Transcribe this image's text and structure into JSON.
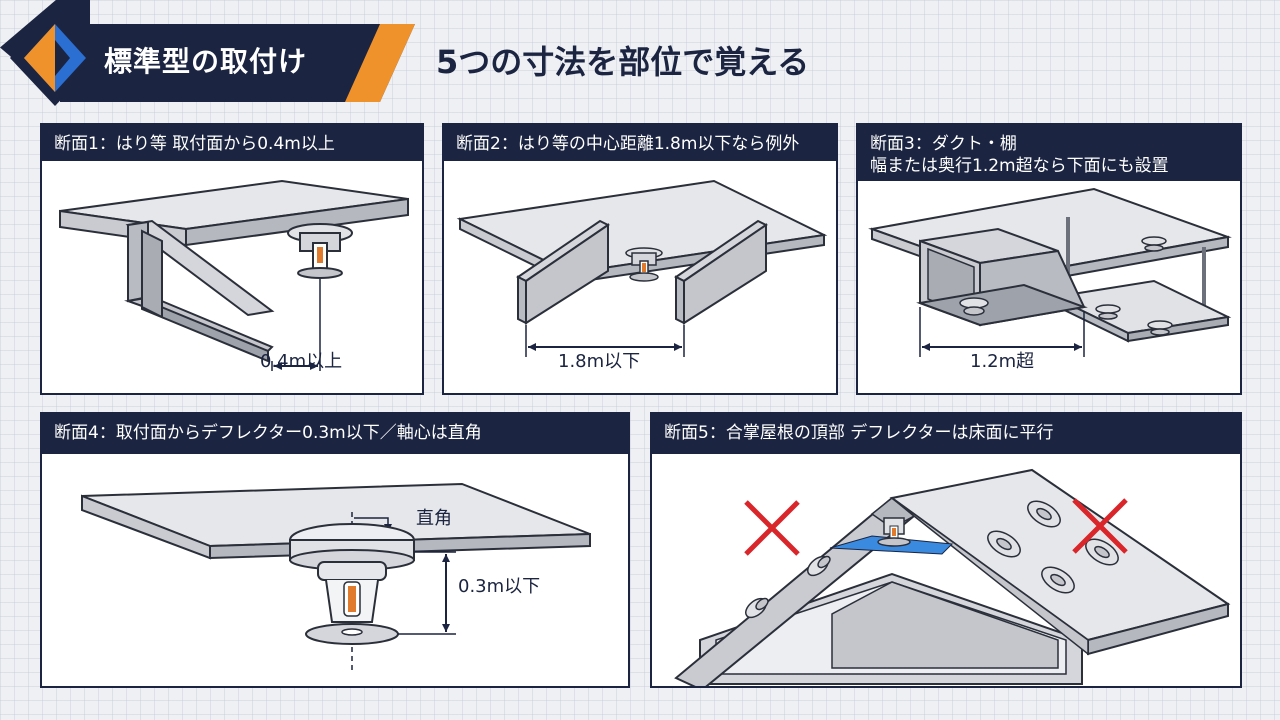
{
  "header": {
    "title": "標準型の取付け",
    "subtitle": "5つの寸法を部位で覚える"
  },
  "panels": [
    {
      "heading_line1": "断面1：はり等 取付面から0.4m以上",
      "dimension_label": "0.4m以上"
    },
    {
      "heading_line1": "断面2：はり等の中心距離1.8m以下なら例外",
      "dimension_label": "1.8m以下"
    },
    {
      "heading_line1": "断面3：ダクト・棚",
      "heading_line2": "幅または奥行1.2m超なら下面にも設置",
      "dimension_label": "1.2m超"
    },
    {
      "heading_line1": "断面4：取付面からデフレクター0.3m以下／軸心は直角",
      "angle_label": "直角",
      "dimension_label": "0.3m以下"
    },
    {
      "heading_line1": "断面5：合掌屋根の頂部 デフレクターは床面に平行"
    }
  ],
  "colors": {
    "navy": "#1b2440",
    "accent_orange": "#f0922b",
    "logo_blue": "#2a6fd1",
    "slab_gray": "#c9cbd0",
    "wrong_mark_red": "#d9262b",
    "highlight_blue": "#3a8be0",
    "sprinkler_bulb": "#e07a2c"
  },
  "icons": [
    "logo-mark-icon",
    "sprinkler-head-icon",
    "wrong-mark-x-icon"
  ]
}
